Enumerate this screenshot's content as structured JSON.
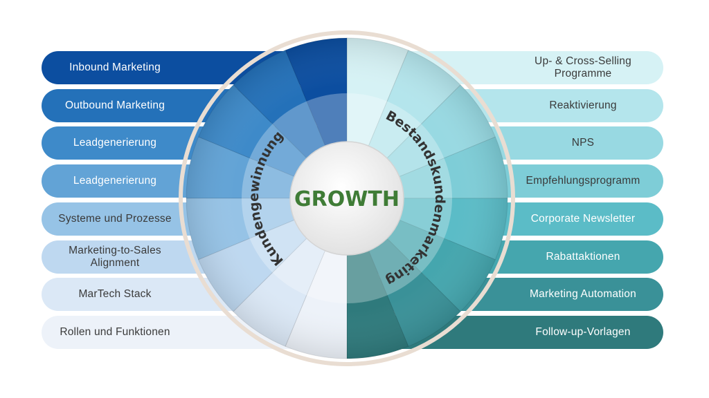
{
  "center": {
    "title": "GROWTH",
    "color": "#3f7c36"
  },
  "left_side": {
    "ring_label": "Kundengewinnung",
    "items": [
      {
        "label": "Inbound Marketing",
        "bg": "#0c4ea0",
        "fg": "#ffffff"
      },
      {
        "label": "Outbound Marketing",
        "bg": "#2471b9",
        "fg": "#ffffff"
      },
      {
        "label": "Leadgenerierung",
        "bg": "#3e8ac9",
        "fg": "#ffffff"
      },
      {
        "label": "Leadgenerierung",
        "bg": "#62a3d6",
        "fg": "#ffffff"
      },
      {
        "label": "Systeme und Prozesse",
        "bg": "#96c3e6",
        "fg": "#3a3a3a"
      },
      {
        "label": "Marketing-to-Sales\nAlignment",
        "bg": "#bed8f0",
        "fg": "#3a3a3a"
      },
      {
        "label": "MarTech Stack",
        "bg": "#dbe8f6",
        "fg": "#3a3a3a"
      },
      {
        "label": "Rollen und Funktionen",
        "bg": "#edf2f9",
        "fg": "#3a3a3a"
      }
    ]
  },
  "right_side": {
    "ring_label": "Bestandskundenmarketing",
    "items": [
      {
        "label": "Up- & Cross-Selling\nProgramme",
        "bg": "#d6f2f5",
        "fg": "#3a3a3a"
      },
      {
        "label": "Reaktivierung",
        "bg": "#b4e5ec",
        "fg": "#3a3a3a"
      },
      {
        "label": "NPS",
        "bg": "#98d9e2",
        "fg": "#3a3a3a"
      },
      {
        "label": "Empfehlungsprogramm",
        "bg": "#7ecdd7",
        "fg": "#3a3a3a"
      },
      {
        "label": "Corporate Newsletter",
        "bg": "#5bbcc7",
        "fg": "#ffffff"
      },
      {
        "label": "Rabattaktionen",
        "bg": "#45a6ae",
        "fg": "#ffffff"
      },
      {
        "label": "Marketing Automation",
        "bg": "#3a9198",
        "fg": "#ffffff"
      },
      {
        "label": "Follow-up-Vorlagen",
        "bg": "#2f7a7c",
        "fg": "#ffffff"
      }
    ]
  }
}
